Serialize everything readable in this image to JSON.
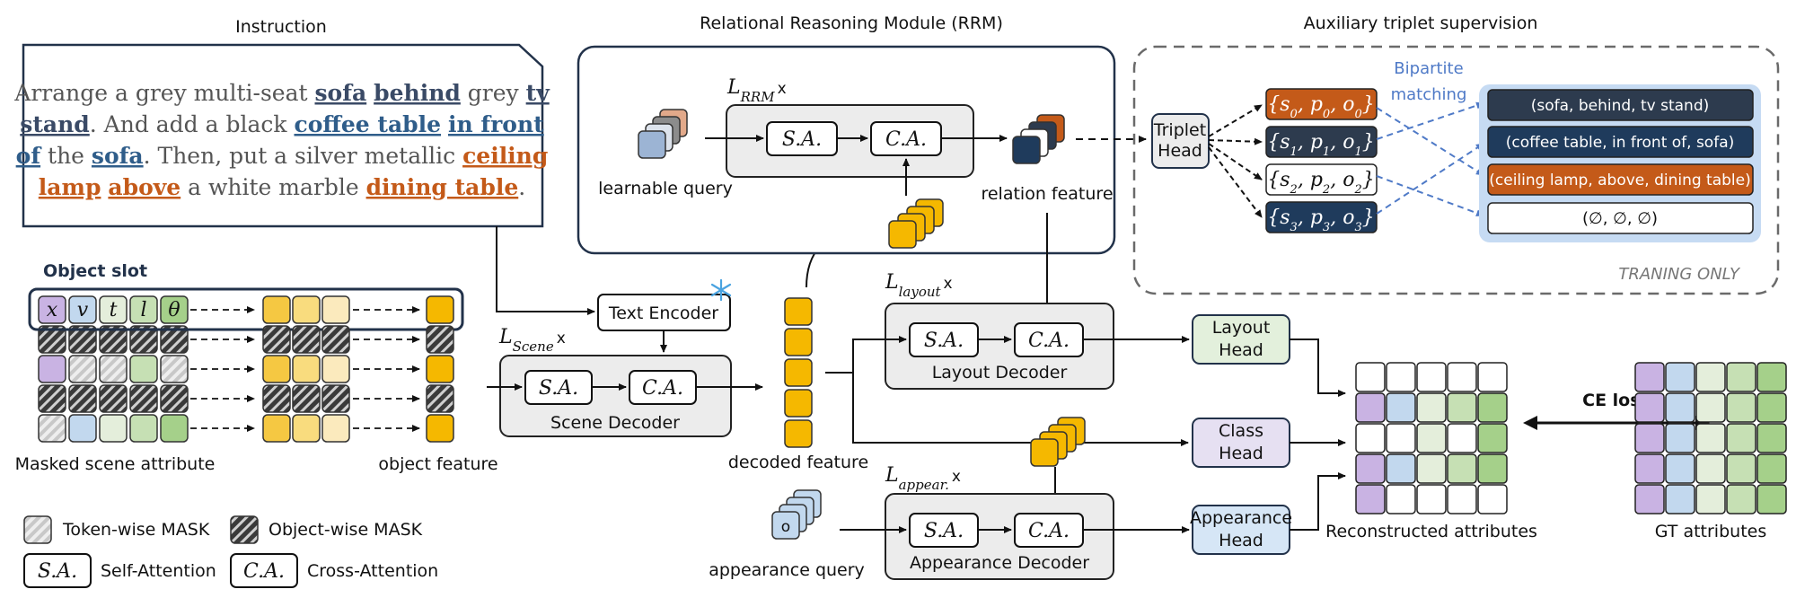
{
  "titles": {
    "instruction": "Instruction",
    "rrm": "Relational Reasoning Module (RRM)",
    "aux": "Auxiliary triplet supervision"
  },
  "instruction_text": {
    "l1a": "Arrange a grey multi-seat ",
    "l1b": "sofa",
    "l1c": " ",
    "l1d": "behind",
    "l1e": " grey ",
    "l1f": "tv",
    "l2a": "stand",
    "l2b": ". And add a black ",
    "l2c": "coffee table",
    "l2d": " ",
    "l2e": "in front",
    "l3a": "of",
    "l3b": " the ",
    "l3c": "sofa",
    "l3d": ". Then, put a silver metallic ",
    "l3e": "ceiling",
    "l4a": "lamp",
    "l4b": " ",
    "l4c": "above",
    "l4d": " a white marble ",
    "l4e": "dining table",
    "l4f": "."
  },
  "object_slot": {
    "title": "Object slot",
    "tokens": [
      "x",
      "v",
      "t",
      "l",
      "θ"
    ]
  },
  "labels": {
    "masked_scene_attribute": "Masked scene attribute",
    "object_feature": "object feature",
    "decoded_feature": "decoded feature",
    "learnable_query": "learnable query",
    "relation_feature": "relation feature",
    "appearance_query": "appearance query",
    "appearance_query_token": "o",
    "reconstructed_attributes": "Reconstructed attributes",
    "gt_attributes": "GT attributes",
    "ce_loss": "CE loss",
    "bipartite_1": "Bipartite",
    "bipartite_2": "matching",
    "training_only": "TRANING ONLY"
  },
  "modules": {
    "text_encoder": "Text Encoder",
    "scene_decoder": "Scene Decoder",
    "layout_decoder": "Layout Decoder",
    "appearance_decoder": "Appearance Decoder",
    "sa": "S.A.",
    "ca": "C.A.",
    "l_scene": "L",
    "l_scene_sub": "Scene",
    "l_layout": "L",
    "l_layout_sub": "layout",
    "l_appear": "L",
    "l_appear_sub": "appear.",
    "l_rrm": "L",
    "l_rrm_sub": "RRM",
    "times": "x"
  },
  "heads": {
    "triplet_1": "Triplet",
    "triplet_2": "Head",
    "layout_1": "Layout",
    "layout_2": "Head",
    "class_1": "Class",
    "class_2": "Head",
    "appearance_1": "Appearance",
    "appearance_2": "Head"
  },
  "triplets": [
    {
      "s": "s",
      "p": "p",
      "o": "o",
      "idx": "0"
    },
    {
      "s": "s",
      "p": "p",
      "o": "o",
      "idx": "1"
    },
    {
      "s": "s",
      "p": "p",
      "o": "o",
      "idx": "2"
    },
    {
      "s": "s",
      "p": "p",
      "o": "o",
      "idx": "3"
    }
  ],
  "gt_triplets": [
    "(sofa, behind, tv stand)",
    "(coffee table, in front of, sofa)",
    "(ceiling lamp, above, dining table)",
    "(∅, ∅, ∅)"
  ],
  "legend": {
    "token_mask": "Token-wise MASK",
    "object_mask": "Object-wise MASK",
    "sa_box": "S.A.",
    "sa_label": "Self-Attention",
    "ca_box": "C.A.",
    "ca_label": "Cross-Attention"
  },
  "colors": {
    "slot_x": "#c9b3e3",
    "slot_v": "#c2d8ee",
    "slot_t": "#e4eedb",
    "slot_l": "#c6e0b4",
    "slot_theta": "#a5d08a",
    "feature_yellow": "#f5b800",
    "triplet_orange": "#c45a19",
    "triplet_navy": "#1f3b5c",
    "triplet_dark": "#2d3b4e",
    "match_blue": "#4f7ac7"
  }
}
